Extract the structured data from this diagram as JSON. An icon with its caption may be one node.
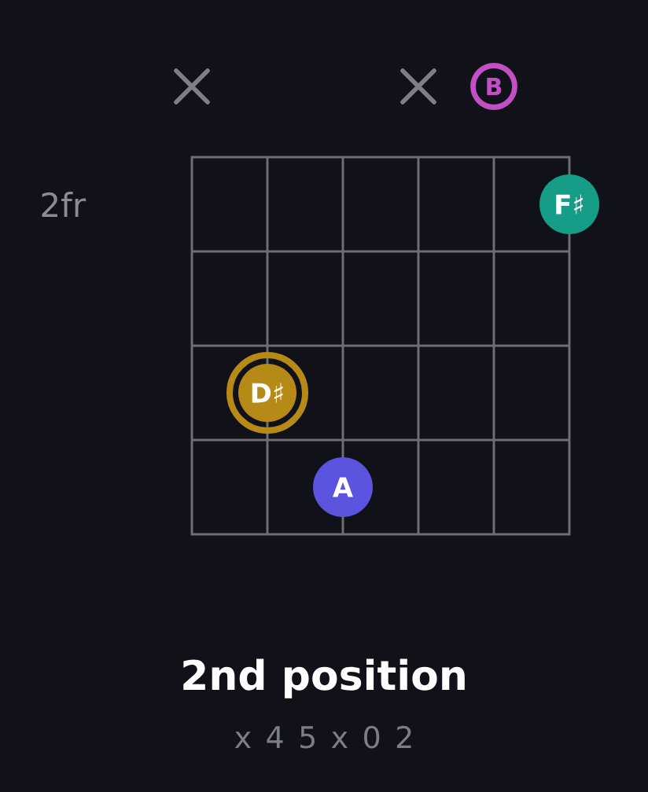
{
  "diagram": {
    "title": "2nd position",
    "caption": "x 4 5 x 0 2",
    "nodes": [
      {
        "text": [
          "B"
        ]
      },
      {
        "text": [
          "F♯"
        ]
      },
      {
        "text": [
          "D♯"
        ]
      },
      {
        "text": [
          "A"
        ]
      }
    ],
    "labels": [
      "2fr"
    ]
  }
}
